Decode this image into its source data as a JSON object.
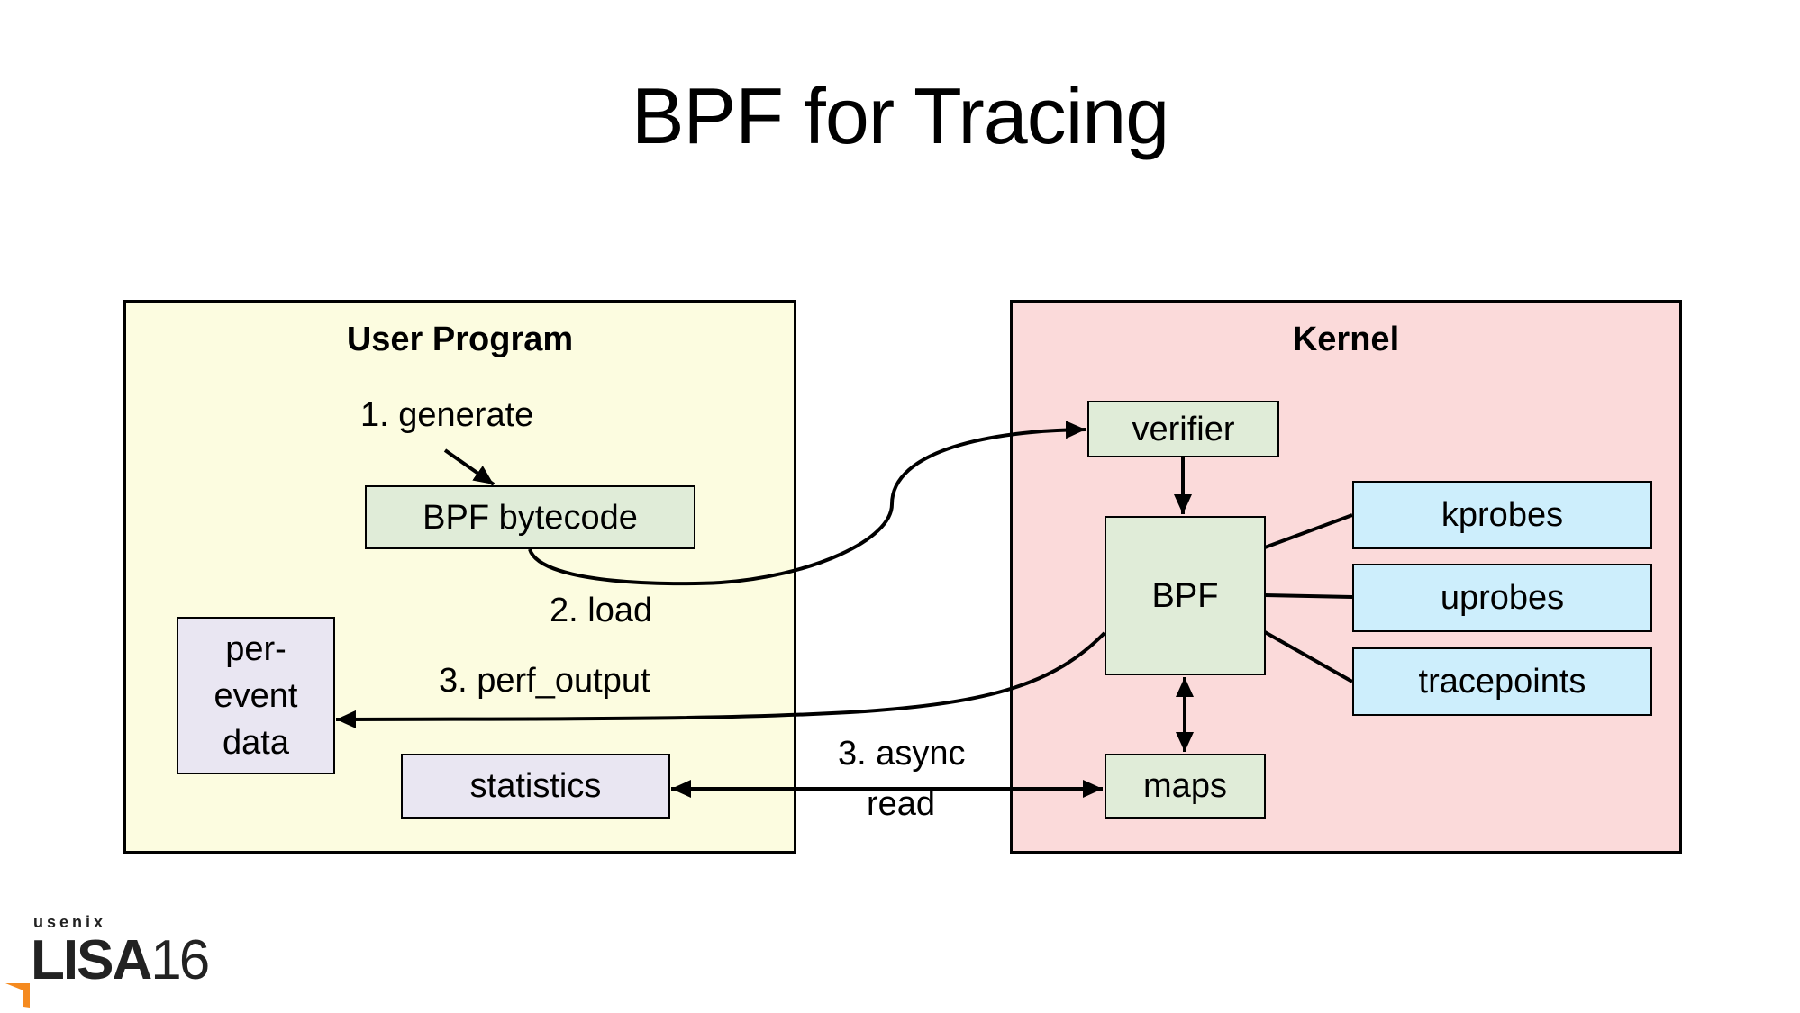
{
  "slide": {
    "title": "BPF for Tracing"
  },
  "regions": {
    "user": {
      "label": "User Program",
      "fill": "#fcfce0"
    },
    "kernel": {
      "label": "Kernel",
      "fill": "#fbdada"
    }
  },
  "nodes": {
    "bytecode": "BPF bytecode",
    "per_event": [
      "per-",
      "event",
      "data"
    ],
    "statistics": "statistics",
    "verifier": "verifier",
    "bpf": "BPF",
    "kprobes": "kprobes",
    "uprobes": "uprobes",
    "tracepoints": "tracepoints",
    "maps": "maps"
  },
  "edges": {
    "generate": "1. generate",
    "load": "2. load",
    "perf_output": "3. perf_output",
    "async_read": [
      "3. async",
      "read"
    ]
  },
  "colors": {
    "node_green": "#e0ecd8",
    "node_lavender": "#e9e6f2",
    "node_blue": "#cdeefc",
    "logo_accent": "#f58a1f"
  },
  "logo": {
    "org": "usenix",
    "event": "LISA",
    "year": "16"
  }
}
